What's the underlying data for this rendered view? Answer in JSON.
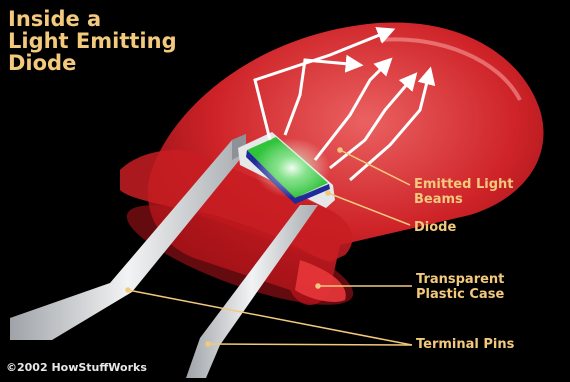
{
  "title": {
    "line1": "Inside a",
    "line2": "Light Emitting",
    "line3": "Diode"
  },
  "callouts": {
    "emitted_line1": "Emitted Light",
    "emitted_line2": "Beams",
    "diode": "Diode",
    "case_line1": "Transparent",
    "case_line2": "Plastic Case",
    "pins": "Terminal Pins"
  },
  "copyright": "©2002 HowStuffWorks",
  "colors": {
    "background": "#000000",
    "led_case": "#e0262b",
    "chip": "#2fc43a",
    "callout_text": "#f2c97d",
    "pins": "#d9dcdf"
  },
  "icons": {
    "light_rays": "arrow-icon"
  }
}
